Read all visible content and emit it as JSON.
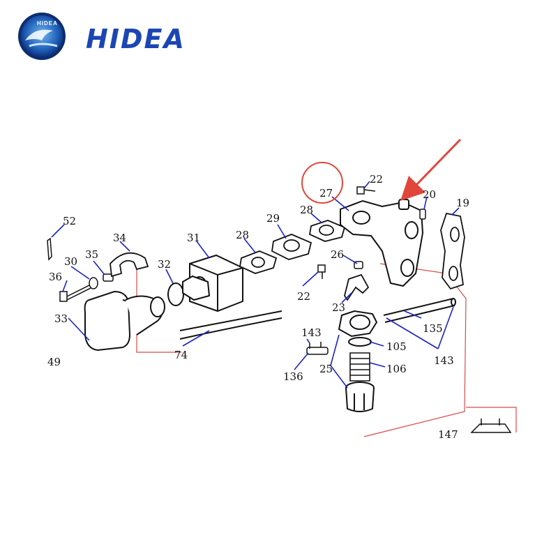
{
  "brand": {
    "name": "HIDEA",
    "logo_ring_text": "HIDEA",
    "wordmark": "HIDEA",
    "color": "#1c46b4"
  },
  "diagram": {
    "highlight": {
      "label": "27",
      "circle_color": "#e0473a",
      "arrow_color": "#e0473a"
    },
    "line_color": "#1a22c8",
    "frame_color": "#d84a4a",
    "labels": [
      "52",
      "34",
      "31",
      "29",
      "28",
      "28",
      "27",
      "22",
      "20",
      "19",
      "35",
      "30",
      "32",
      "36",
      "26",
      "22",
      "23",
      "33",
      "143",
      "135",
      "143",
      "105",
      "106",
      "25",
      "136",
      "74",
      "49",
      "147"
    ]
  }
}
